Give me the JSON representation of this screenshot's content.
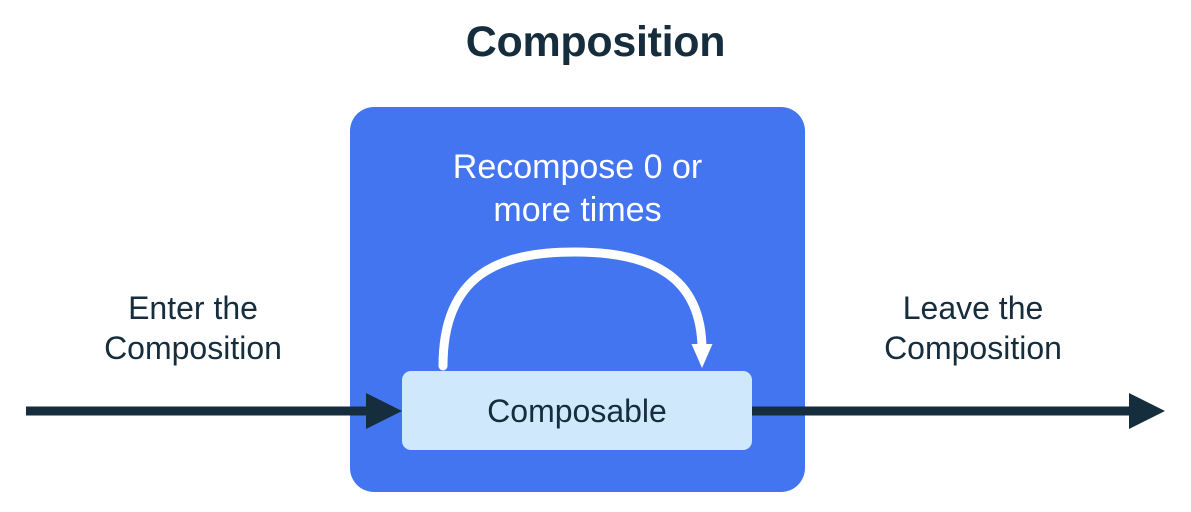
{
  "diagram": {
    "title": "Composition",
    "background_color": "#FFFFFF",
    "colors": {
      "accent_blue": "#4275EF",
      "node_light_blue": "#D0E8FC",
      "ink_navy": "#152D3C",
      "arc_white": "#FFFFFF"
    },
    "composition_box": {
      "caption_line_1": "Recompose 0 or",
      "caption_line_2": "more times",
      "caption_full": "Recompose 0 or more times"
    },
    "composable_node": {
      "label": "Composable"
    },
    "flow": {
      "enter": {
        "caption_line_1": "Enter the",
        "caption_line_2": "Composition",
        "caption_full": "Enter the Composition"
      },
      "leave": {
        "caption_line_1": "Leave the",
        "caption_line_2": "Composition",
        "caption_full": "Leave the Composition"
      }
    },
    "icons": {
      "recompose_loop": "curved-loop-arrow-icon",
      "enter_arrow": "right-arrow-icon",
      "leave_arrow": "right-arrow-icon"
    }
  }
}
